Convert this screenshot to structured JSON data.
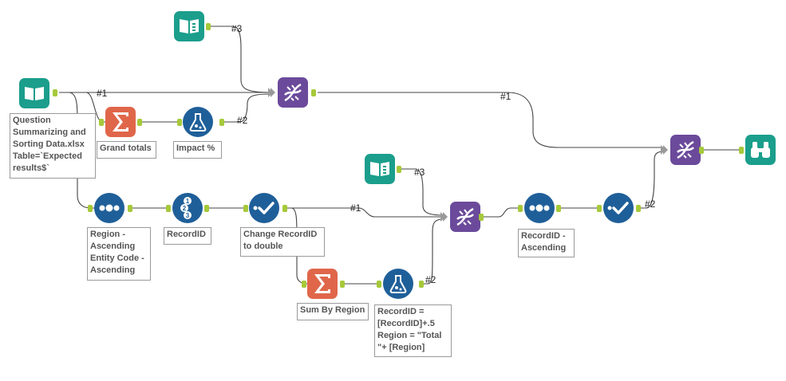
{
  "colors": {
    "input": "#1b9e8c",
    "summarize": "#e0664a",
    "formula": "#1f5f99",
    "join": "#6b4a9b",
    "anchor": "#a6c93a",
    "wire": "#444444"
  },
  "tools": [
    {
      "id": "input-main",
      "icon": "book-icon",
      "annotation": "Question\nSummarizing and\nSorting Data.xlsx\nTable=`Expected\nresults$`"
    },
    {
      "id": "input-top",
      "icon": "book-icon",
      "annotation": ""
    },
    {
      "id": "input-mid",
      "icon": "book-icon",
      "annotation": ""
    },
    {
      "id": "summarize-grand",
      "icon": "sigma-icon",
      "annotation": "Grand totals"
    },
    {
      "id": "formula-impact",
      "icon": "flask-icon",
      "annotation": "Impact %"
    },
    {
      "id": "union-top",
      "icon": "dna-icon",
      "annotation": ""
    },
    {
      "id": "sort-region",
      "icon": "dots-icon",
      "annotation": "Region -\nAscending\nEntity Code -\nAscending"
    },
    {
      "id": "recordid",
      "icon": "numbered-list-icon",
      "annotation": "RecordID"
    },
    {
      "id": "select-change",
      "icon": "check-icon",
      "annotation": "Change RecordID\nto double"
    },
    {
      "id": "summarize-region",
      "icon": "sigma-icon",
      "annotation": "Sum By Region"
    },
    {
      "id": "formula-region",
      "icon": "flask-icon",
      "annotation": "RecordID =\n[RecordID]+.5\nRegion = \"Total\n\"+ [Region]"
    },
    {
      "id": "union-mid",
      "icon": "dna-icon",
      "annotation": ""
    },
    {
      "id": "sort-recordid",
      "icon": "dots-icon",
      "annotation": "RecordID -\nAscending"
    },
    {
      "id": "select-final",
      "icon": "check-icon",
      "annotation": ""
    },
    {
      "id": "union-final",
      "icon": "dna-icon",
      "annotation": ""
    },
    {
      "id": "browse",
      "icon": "binoculars-icon",
      "annotation": ""
    }
  ],
  "connection_labels": [
    "#3",
    "#1",
    "#2",
    "#1",
    "#3",
    "#1",
    "#2",
    "#2"
  ]
}
